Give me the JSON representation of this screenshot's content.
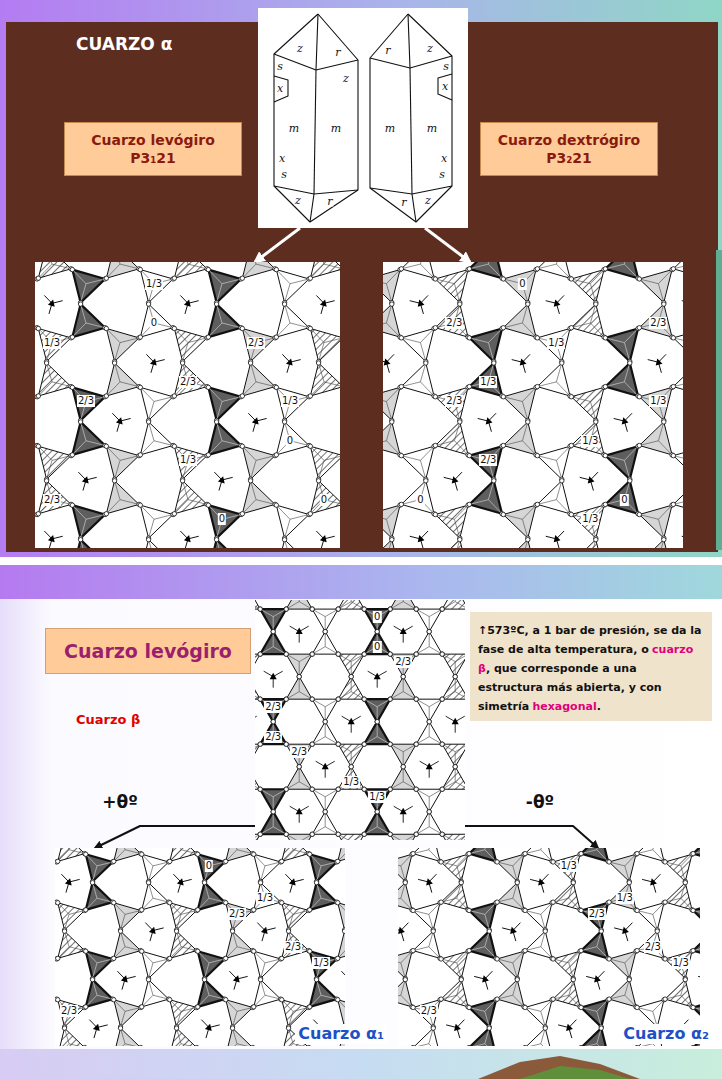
{
  "diagram": {
    "nodes": [
      {
        "text": [
          "Cuarzo levógiro P3₁21"
        ]
      },
      {
        "text": [
          "z",
          "r",
          "z",
          "s",
          "x",
          "m",
          "m",
          "x",
          "s",
          "z",
          "r",
          "r",
          "z",
          "s",
          "x",
          "m",
          "m",
          "x",
          "s",
          "z",
          "r"
        ]
      },
      {
        "text": [
          "Cuarzo dextrógiro P3₂21"
        ]
      },
      {
        "text": [
          "1/3",
          "0",
          "1/3",
          "2/3",
          "2/3",
          "2/3",
          "1/3",
          "0",
          "1/3",
          "2/3",
          "0",
          "0"
        ]
      },
      {
        "text": [
          "0",
          "2/3",
          "2/3",
          "1/3",
          "1/3",
          "2/3",
          "1/3",
          "1/3",
          "2/3",
          "0",
          "0",
          "1/3"
        ]
      },
      {
        "text": [
          "Cuarzo levógiro"
        ]
      },
      {
        "text": [
          "↑573ºC, a 1 bar de presión, se da la fase de alta temperatura, o",
          "cuarzo β",
          ", que corresponde a una estructura más abierta, y con simetría",
          "hexagonal",
          "."
        ]
      },
      {
        "text": [
          "0",
          "0",
          "2/3",
          "2/3",
          "2/3",
          "2/3",
          "1/3",
          "1/3"
        ]
      },
      {
        "text": [
          "Cuarzo α₁",
          "0",
          "1/3",
          "2/3",
          "2/3",
          "1/3",
          "2/3"
        ]
      },
      {
        "text": [
          "Cuarzo α₂",
          "1/3",
          "1/3",
          "2/3",
          "2/3",
          "1/3",
          "2/3"
        ]
      }
    ],
    "edges": [
      {
        "from": 1,
        "to": 3,
        "arrow": "to"
      },
      {
        "from": 1,
        "to": 4,
        "arrow": "to"
      },
      {
        "from": 7,
        "to": 8,
        "label": "+θº",
        "arrow": "to"
      },
      {
        "from": 7,
        "to": 9,
        "label": "-θº",
        "arrow": "to"
      }
    ],
    "labels": [
      "CUARZO α",
      "Cuarzo β"
    ]
  }
}
